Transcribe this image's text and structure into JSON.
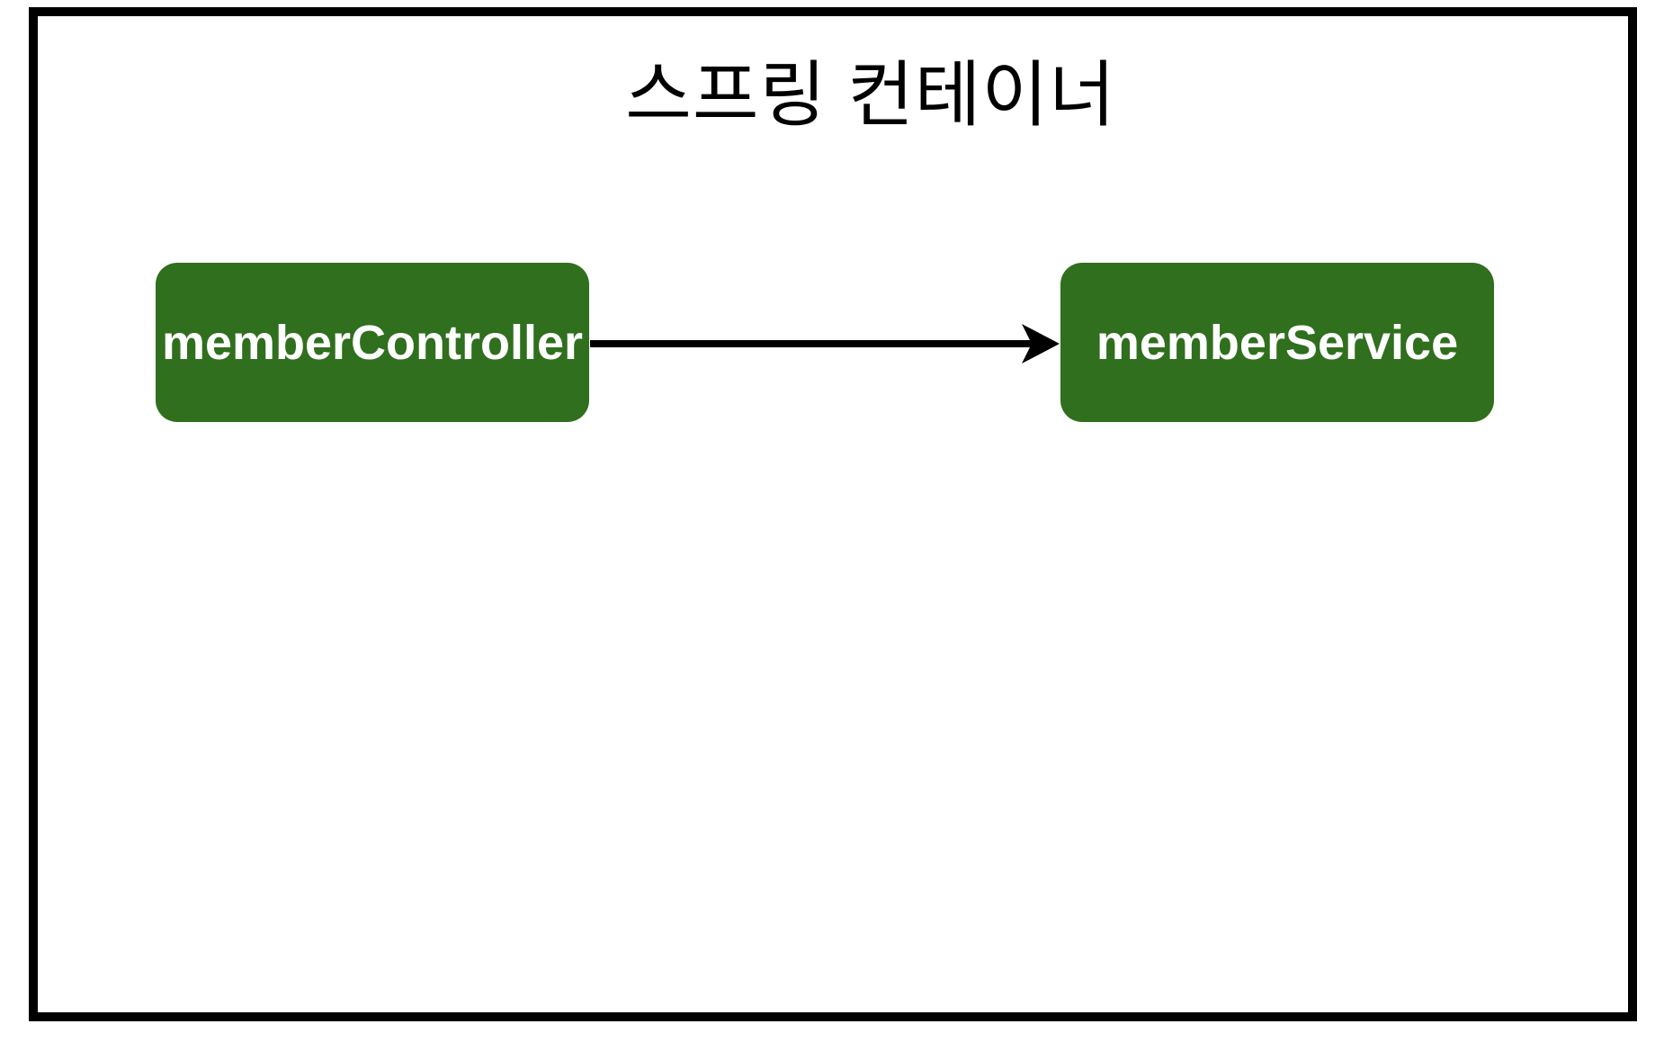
{
  "diagram": {
    "title": "스프링 컨테이너",
    "nodes": [
      {
        "id": "memberController",
        "label": "memberController"
      },
      {
        "id": "memberService",
        "label": "memberService"
      }
    ],
    "edges": [
      {
        "from": "memberController",
        "to": "memberService",
        "style": "solid-arrow"
      }
    ],
    "colors": {
      "node_fill": "#2F6F1D",
      "node_text": "#ffffff",
      "frame_border": "#000000",
      "arrow": "#000000",
      "background": "#ffffff"
    }
  }
}
